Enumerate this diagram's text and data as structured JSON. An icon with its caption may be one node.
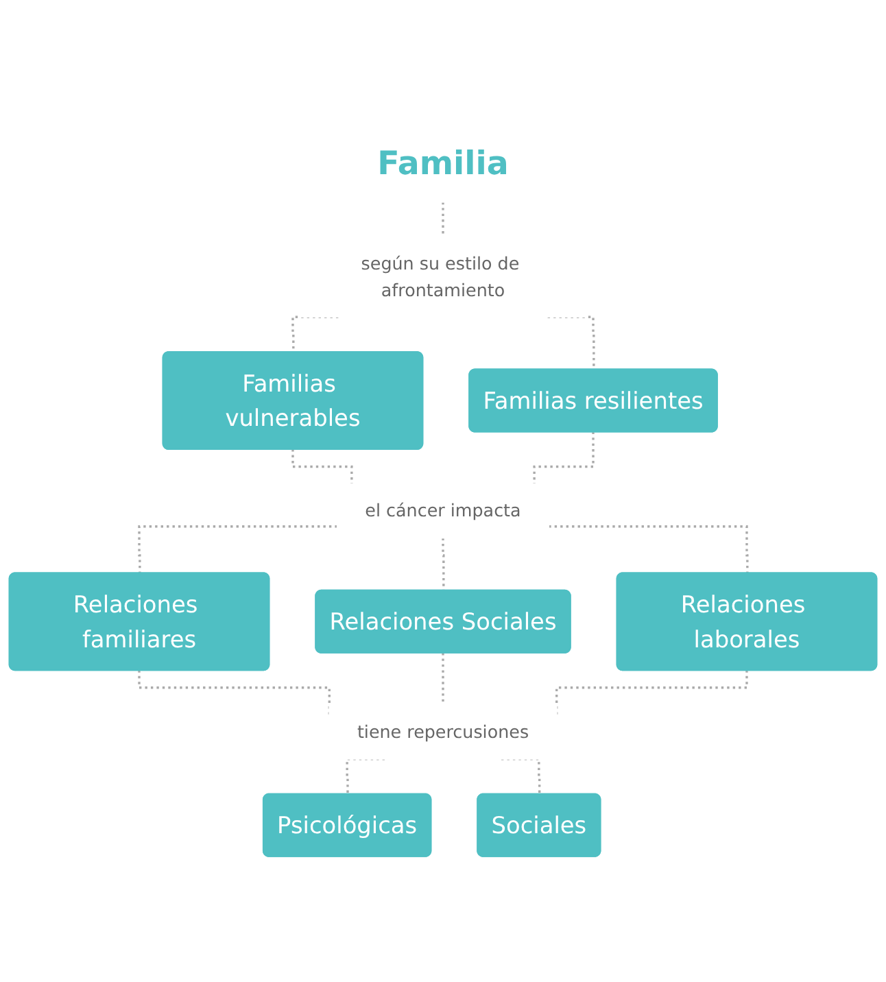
{
  "diagram": {
    "nodes": [
      {
        "text": [
          "Familia"
        ]
      },
      {
        "text": [
          "según su estilo de afrontamiento"
        ]
      },
      {
        "text": [
          "Familias vulnerables"
        ]
      },
      {
        "text": [
          "Familias resilientes"
        ]
      },
      {
        "text": [
          "el cáncer impacta"
        ]
      },
      {
        "text": [
          "Relaciones familiares"
        ]
      },
      {
        "text": [
          "Relaciones Sociales"
        ]
      },
      {
        "text": [
          "Relaciones laborales"
        ]
      },
      {
        "text": [
          "tiene repercusiones"
        ]
      },
      {
        "text": [
          "Psicológicas"
        ]
      },
      {
        "text": [
          "Sociales"
        ]
      }
    ],
    "edges": [
      {
        "from": 0,
        "to": 1,
        "arrow": "none",
        "style": "dashed"
      },
      {
        "from": 1,
        "to": 2,
        "arrow": "none",
        "style": "dashed"
      },
      {
        "from": 1,
        "to": 3,
        "arrow": "none",
        "style": "dashed"
      },
      {
        "from": 2,
        "to": 4,
        "arrow": "none",
        "style": "dashed"
      },
      {
        "from": 3,
        "to": 4,
        "arrow": "none",
        "style": "dashed"
      },
      {
        "from": 4,
        "to": 5,
        "arrow": "none",
        "style": "dashed"
      },
      {
        "from": 4,
        "to": 6,
        "arrow": "none",
        "style": "dashed"
      },
      {
        "from": 4,
        "to": 7,
        "arrow": "none",
        "style": "dashed"
      },
      {
        "from": 5,
        "to": 8,
        "arrow": "none",
        "style": "dashed"
      },
      {
        "from": 6,
        "to": 8,
        "arrow": "none",
        "style": "dashed"
      },
      {
        "from": 7,
        "to": 8,
        "arrow": "none",
        "style": "dashed"
      },
      {
        "from": 8,
        "to": 9,
        "arrow": "none",
        "style": "dashed"
      },
      {
        "from": 8,
        "to": 10,
        "arrow": "none",
        "style": "dashed"
      }
    ]
  }
}
